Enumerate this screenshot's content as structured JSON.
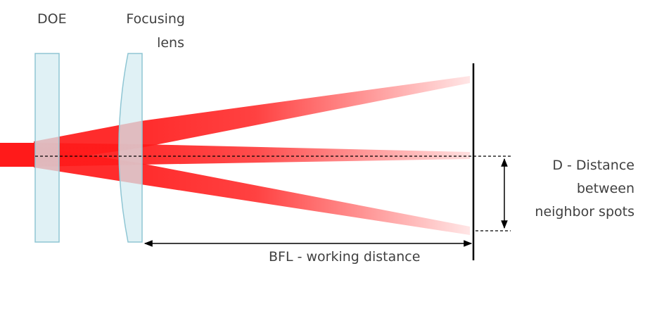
{
  "labels": {
    "doe": "DOE",
    "lens_line1": "Focusing",
    "lens_line2": "lens",
    "bfl": "BFL - working distance",
    "d_line1": "D - Distance",
    "d_line2": "between",
    "d_line3": "neighbor spots"
  },
  "colors": {
    "beam": "#ff1a1a",
    "optic_fill": "#d6ecf2",
    "optic_stroke": "#8fc6d4",
    "lines": "#000000",
    "text": "#404040"
  }
}
